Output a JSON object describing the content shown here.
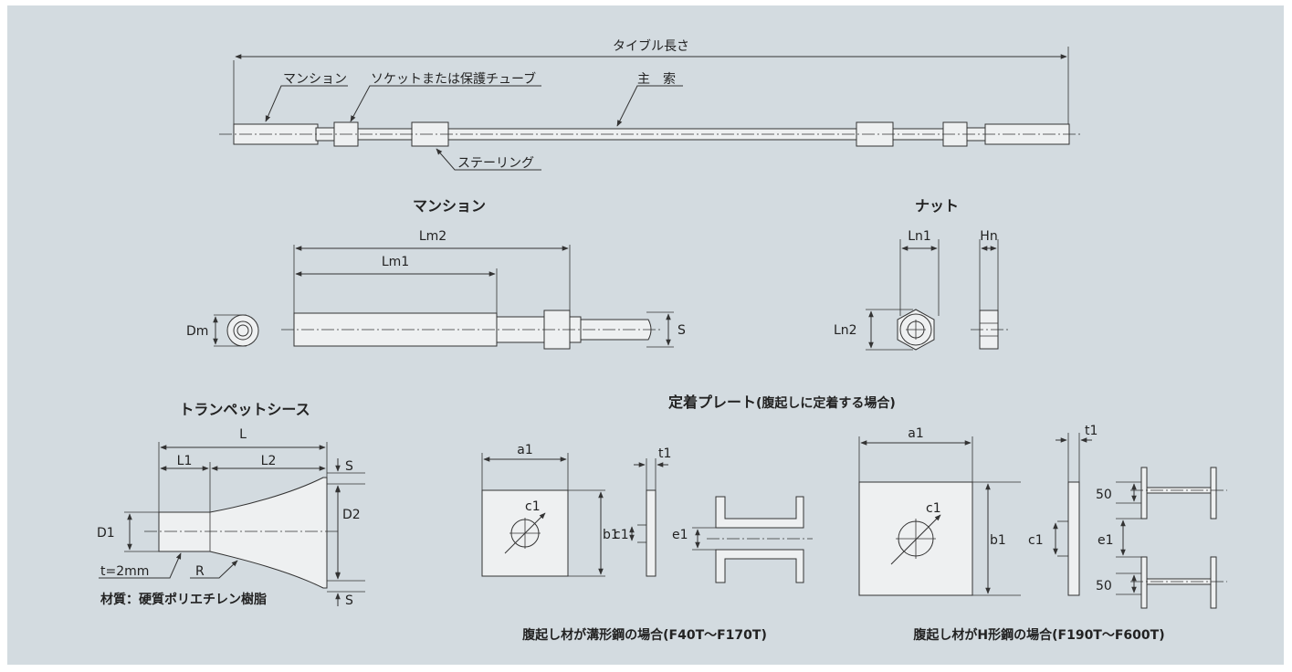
{
  "top": {
    "total_length": "タイブル長さ",
    "mansion": "マンション",
    "socket": "ソケットまたは保護チューブ",
    "main_cable": "主　索",
    "steering": "ステーリング"
  },
  "mansion_detail": {
    "title": "マンション",
    "lm2": "Lm2",
    "lm1": "Lm1",
    "dm": "Dm",
    "s": "S"
  },
  "nut": {
    "title": "ナット",
    "ln1": "Ln1",
    "hn": "Hn",
    "ln2": "Ln2"
  },
  "trumpet": {
    "title": "トランペットシース",
    "L": "L",
    "L1": "L1",
    "L2": "L2",
    "S_top": "S",
    "S_bottom": "S",
    "D1": "D1",
    "D2": "D2",
    "t": "t=2mm",
    "R": "R",
    "material": "材質：硬質ポリエチレン樹脂"
  },
  "plate": {
    "title": "定着プレート",
    "title_sub": "(腹起しに定着する場合)",
    "a1": "a1",
    "t1": "t1",
    "c1": "c1",
    "b1": "b1",
    "e1": "e1",
    "fifty": "50",
    "caption_channel": "腹起し材が溝形鋼の場合(F40T〜F170T)",
    "caption_h": "腹起し材がH形鋼の場合(F190T〜F600T)"
  }
}
